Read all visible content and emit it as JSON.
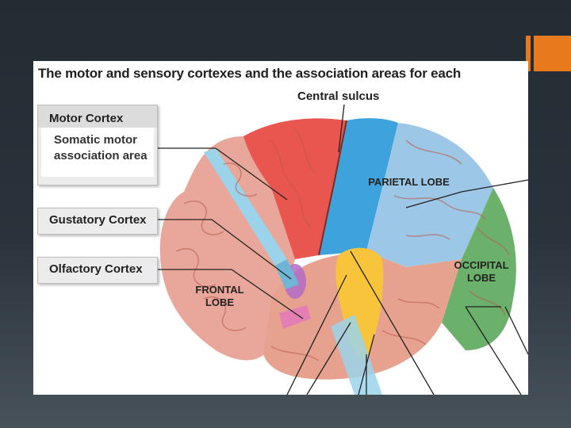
{
  "diagram": {
    "title": "The motor and sensory cortexes and the association areas for each",
    "central_sulcus": "Central sulcus",
    "callouts": {
      "motor_title": "Motor Cortex",
      "motor_sub": "Somatic motor association area",
      "gustatory": "Gustatory Cortex",
      "olfactory": "Olfactory Cortex"
    },
    "lobes": {
      "frontal": "FRONTAL LOBE",
      "parietal": "PARIETAL LOBE",
      "occipital": "OCCIPITAL LOBE"
    }
  },
  "colors": {
    "accent": "#e8791d",
    "motor": "#e8564f",
    "somatosensory": "#3ea3dc",
    "parietal": "#9cc7e6",
    "occipital": "#6bb06b",
    "frontal": "#e9a79b",
    "temporal": "#e7a28f",
    "gustatory": "#f7c43c",
    "olfactory": "#b06cc5"
  }
}
